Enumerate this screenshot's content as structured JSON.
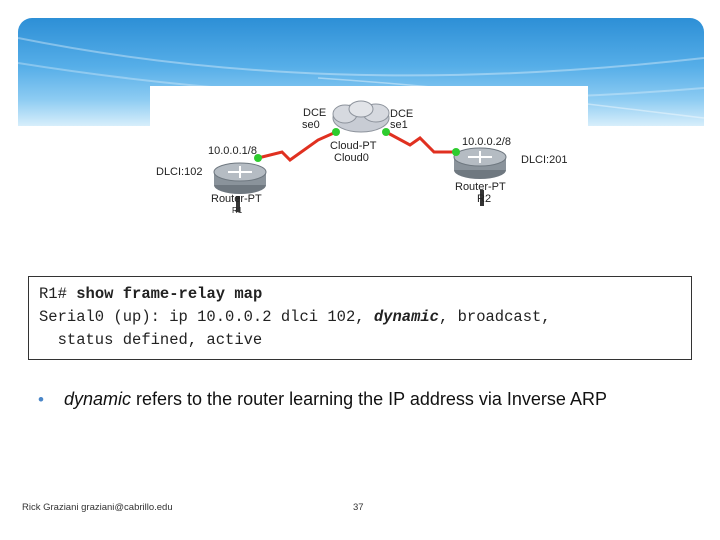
{
  "diagram": {
    "r1_ip": "10.0.0.1/8",
    "r1_dlci": "DLCI:102",
    "r1_type": "Router-PT",
    "r1_name": "R1",
    "r2_ip": "10.0.0.2/8",
    "r2_dlci": "DLCI:201",
    "r2_type": "Router-PT",
    "r2_name": "R2",
    "dce_left_1": "DCE",
    "dce_left_2": "se0",
    "dce_right_1": "DCE",
    "dce_right_2": "se1",
    "cloud_type": "Cloud-PT",
    "cloud_name": "Cloud0",
    "link_color": "#e03020",
    "port_color": "#2ecc2e"
  },
  "cli": {
    "prompt": "R1#",
    "command": "show frame-relay map",
    "line2_pre": "Serial0 (up): ip 10.0.0.2 dlci 102, ",
    "line2_em": "dynamic",
    "line2_post": ", broadcast,",
    "line3": "  status defined, active"
  },
  "bullet": {
    "marker": "•",
    "term": "dynamic",
    "text": " refers to the router learning the IP address via Inverse ARP"
  },
  "footer": {
    "author": "Rick Graziani graziani@cabrillo.edu",
    "page": "37"
  }
}
